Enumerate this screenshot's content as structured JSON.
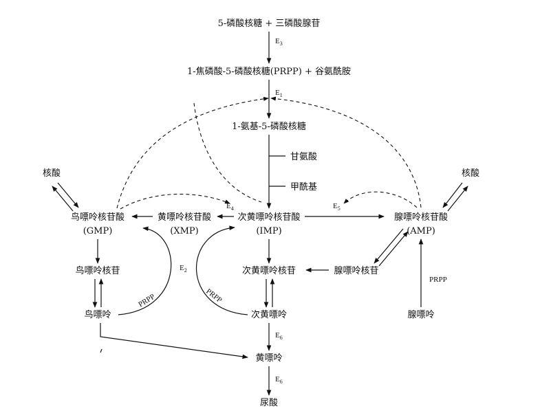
{
  "nodes": {
    "substrates": "5-磷酸核糖 + 三磷酸腺苷",
    "prpp_gln": "1-焦磷酸-5-磷酸核糖(PRPP) + 谷氨酰胺",
    "ribosylamine": "1-氨基-5-磷酸核糖",
    "glycine": "甘氨酸",
    "formyl": "甲酰基",
    "gmp": "鸟嘌呤核苷酸",
    "gmp_abbr": "(GMP)",
    "xmp": "黄嘌呤核苷酸",
    "xmp_abbr": "(XMP)",
    "imp": "次黄嘌呤核苷酸",
    "imp_abbr": "(IMP)",
    "amp": "腺嘌呤核苷酸",
    "amp_abbr": "(AMP)",
    "nucleic_acid_left": "核酸",
    "nucleic_acid_right": "核酸",
    "guanosine": "鸟嘌呤核苷",
    "guanine": "鸟嘌呤",
    "inosine": "次黄嘌呤核苷",
    "hypoxanthine": "次黄嘌呤",
    "adenosine": "腺嘌呤核苷",
    "adenine": "腺嘌呤",
    "xanthine": "黄嘌呤",
    "uric_acid": "尿酸"
  },
  "enzymes": {
    "e3": "E",
    "e3_sub": "3",
    "e1": "E",
    "e1_sub": "1",
    "e4": "E",
    "e4_sub": "4",
    "e5": "E",
    "e5_sub": "5",
    "e2": "E",
    "e2_sub": "2",
    "e6a": "E",
    "e6a_sub": "6",
    "e6b": "E",
    "e6b_sub": "6"
  },
  "labels": {
    "prpp_left": "PRPP",
    "prpp_mid": "PRPP",
    "prpp_right": "PRPP"
  }
}
